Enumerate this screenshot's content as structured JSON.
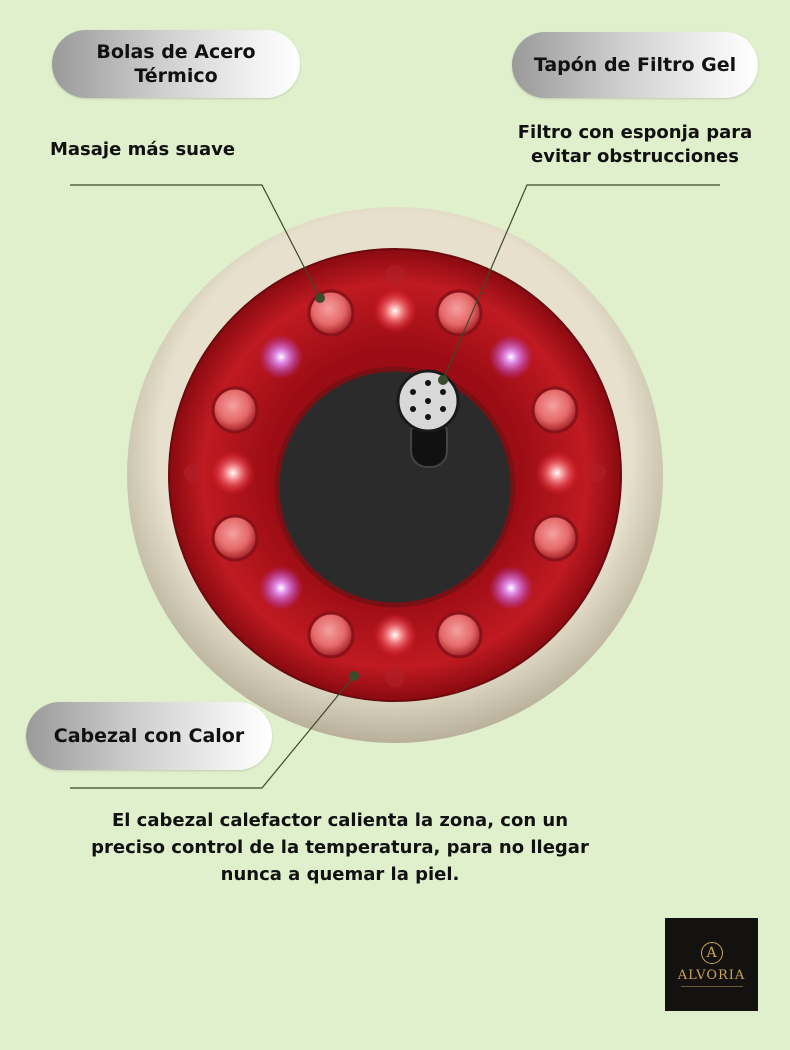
{
  "callouts": {
    "steel_balls": {
      "title_line1": "Bolas de Acero",
      "title_line2": "Térmico",
      "description": "Masaje más suave"
    },
    "filter_cap": {
      "title": "Tapón de Filtro Gel",
      "description_line1": "Filtro con esponja para",
      "description_line2": "evitar obstrucciones"
    },
    "heated_head": {
      "title": "Cabezal con Calor",
      "description_line1": "El cabezal calefactor calienta la zona, con un",
      "description_line2": "preciso control de la temperatura, para no llegar",
      "description_line3": "nunca a quemar la piel."
    }
  },
  "logo": {
    "monogram": "A",
    "brand": "ALVORIA"
  },
  "colors": {
    "background": "#e0efcc",
    "ring_outer": "#d9d2bc",
    "ring_red": "#b0141c",
    "center_dark": "#2a2a2a",
    "leader_line": "#3b4a2a",
    "logo_gold": "#c9a55a"
  }
}
